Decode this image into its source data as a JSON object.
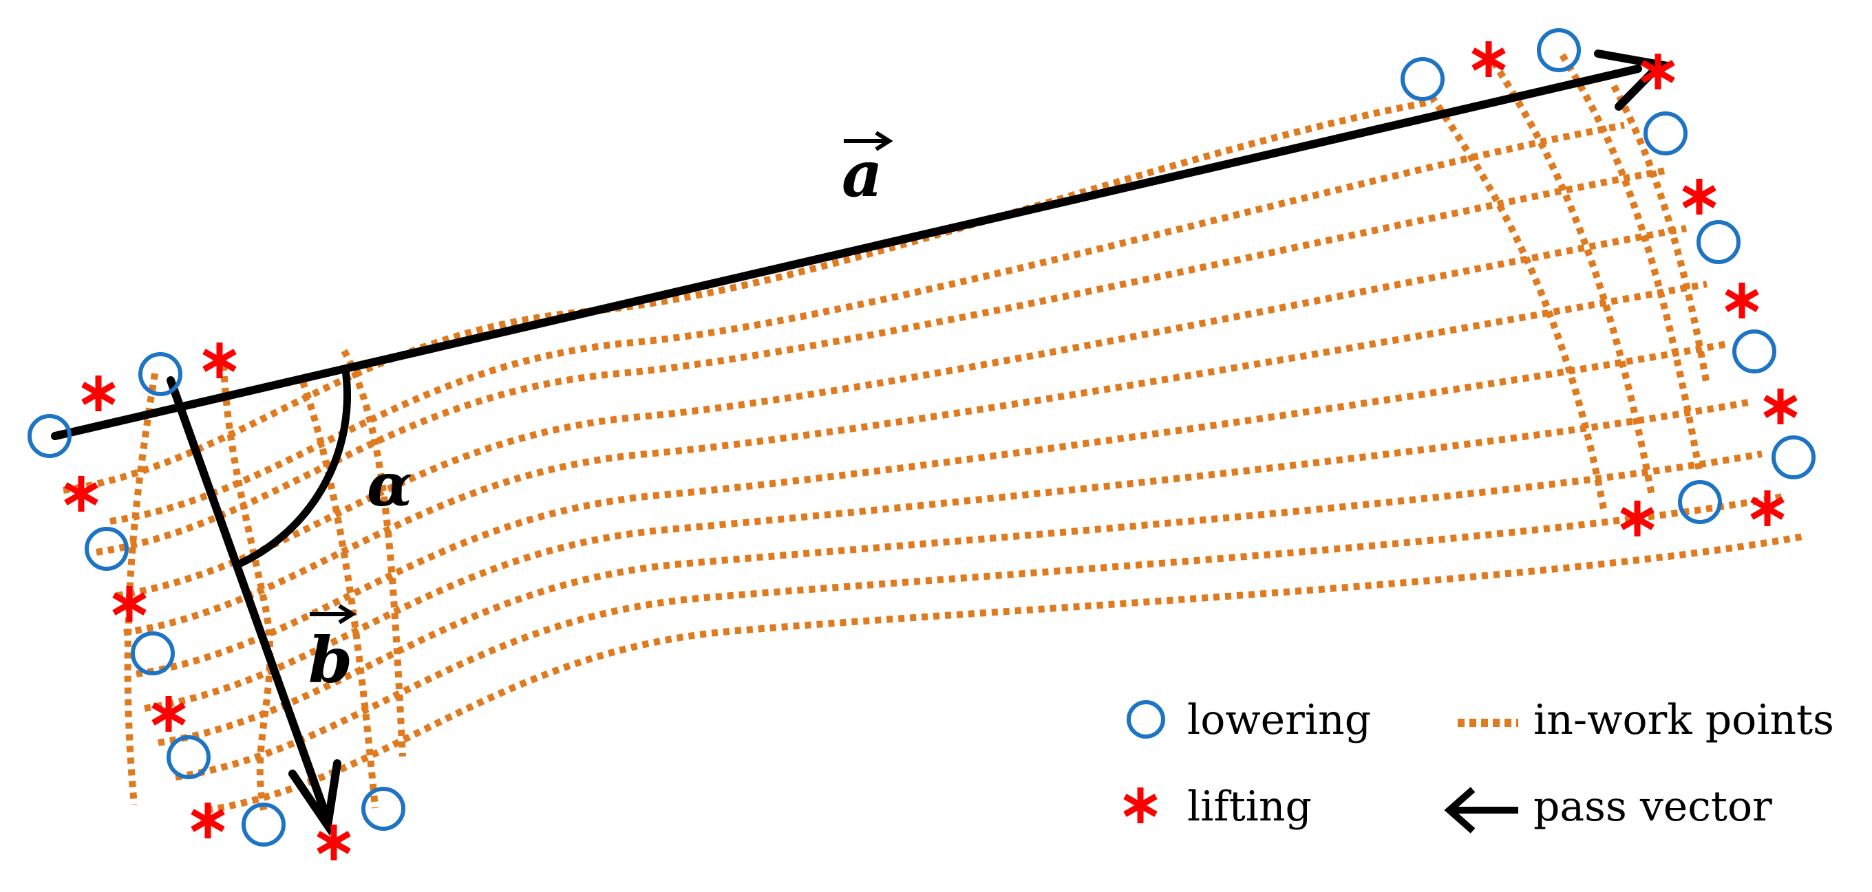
{
  "diagram": {
    "labels": {
      "vector_a": "a",
      "vector_b": "b",
      "angle": "α"
    },
    "legend": {
      "lowering": "lowering",
      "lifting": "lifting",
      "in_work_points": "in-work points",
      "pass_vector": "pass vector"
    },
    "colors": {
      "path": "#E07A1F",
      "lowering": "#1E74C4",
      "lifting": "#FF0000",
      "vector": "#000000"
    },
    "icons": {
      "lowering": "circle-icon",
      "lifting": "asterisk-icon",
      "in_work_points": "dotted-line-icon",
      "pass_vector": "arrow-left-icon"
    }
  }
}
